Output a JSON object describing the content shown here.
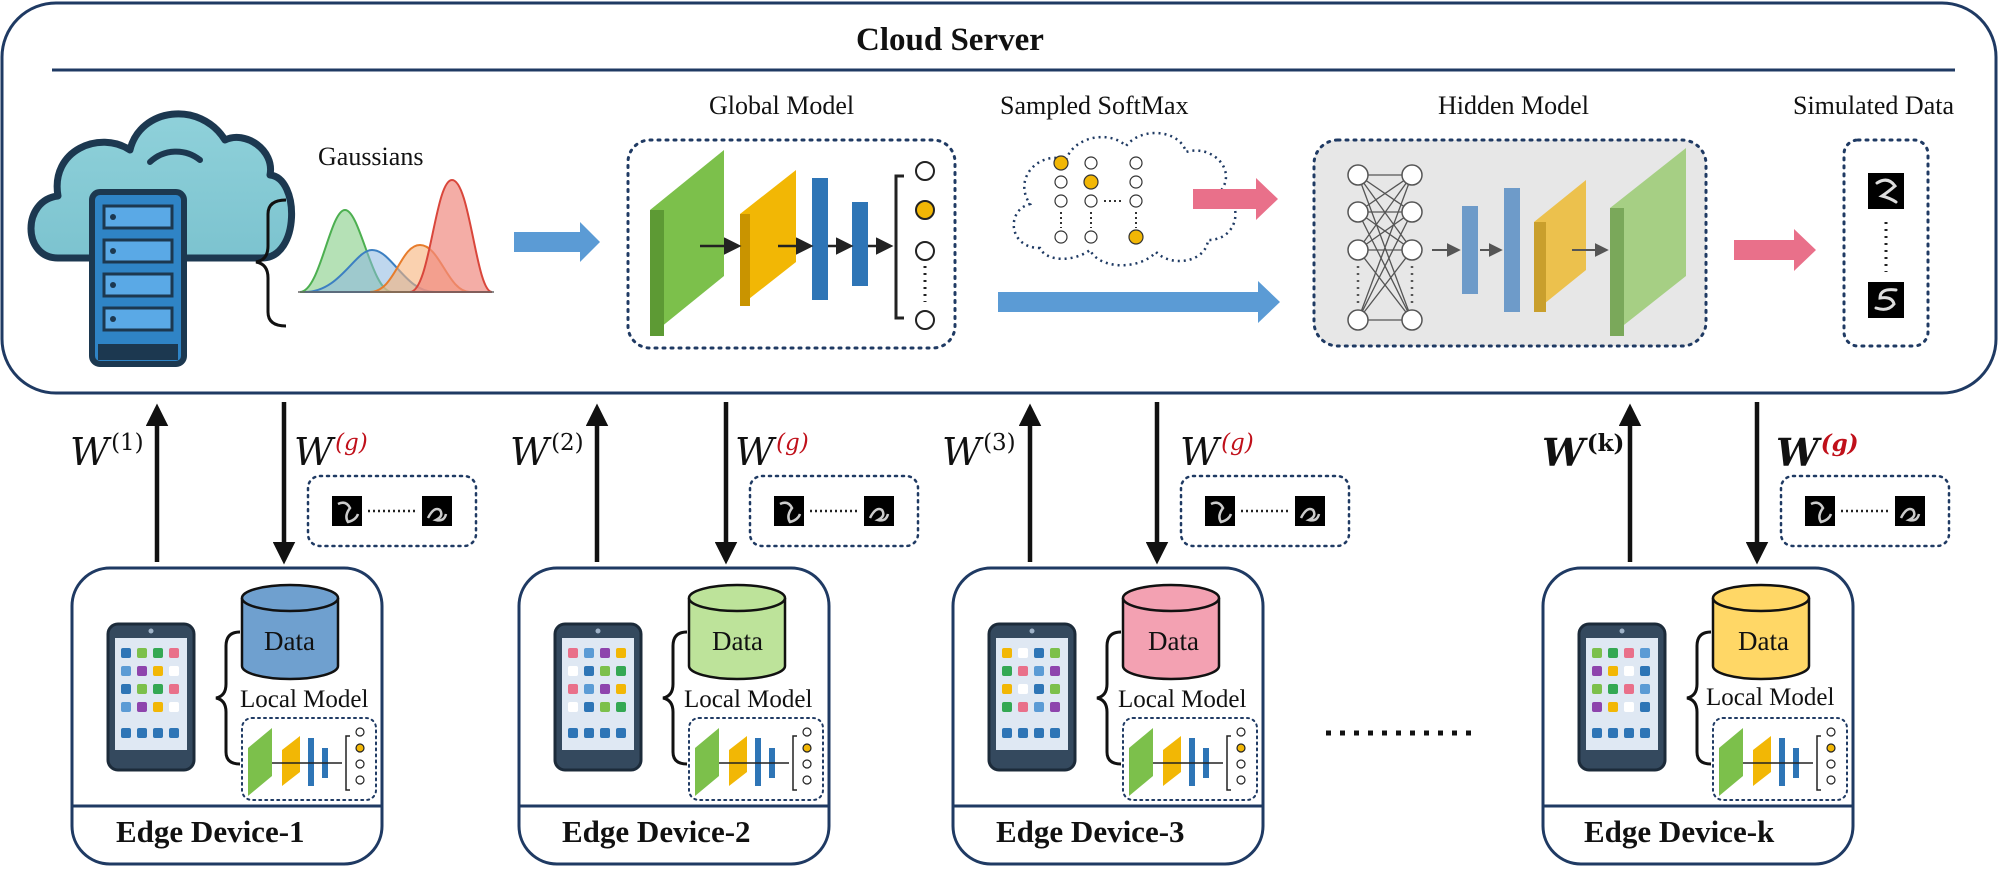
{
  "cloud": {
    "title": "Cloud Server",
    "gaussians": "Gaussians",
    "global_model": "Global Model",
    "sampled_softmax": "Sampled SoftMax",
    "hidden_model": "Hidden Model",
    "simulated_data": "Simulated Data"
  },
  "links": [
    {
      "up": "(1)",
      "down": "(g)"
    },
    {
      "up": "(2)",
      "down": "(g)"
    },
    {
      "up": "(3)",
      "down": "(g)"
    },
    {
      "up": "(k)",
      "down": "(g)"
    }
  ],
  "weight_symbol": "W",
  "devices": [
    {
      "title": "Edge Device-1",
      "db_label": "Data",
      "model_label": "Local Model",
      "db_color": "#6fa0cf"
    },
    {
      "title": "Edge Device-2",
      "db_label": "Data",
      "model_label": "Local Model",
      "db_color": "#bde39a"
    },
    {
      "title": "Edge Device-3",
      "db_label": "Data",
      "model_label": "Local Model",
      "db_color": "#f3a1b2"
    },
    {
      "title": "Edge Device-k",
      "db_label": "Data",
      "model_label": "Local Model",
      "db_color": "#ffd766"
    }
  ],
  "colors": {
    "frame": "#1f3a63",
    "arrow_blue": "#5b9bd5",
    "arrow_pink": "#e9708a",
    "layer_green": "#7cc04b",
    "layer_yellow": "#f2b705",
    "layer_blue": "#2e75b6",
    "highlight": "#f2b705"
  }
}
